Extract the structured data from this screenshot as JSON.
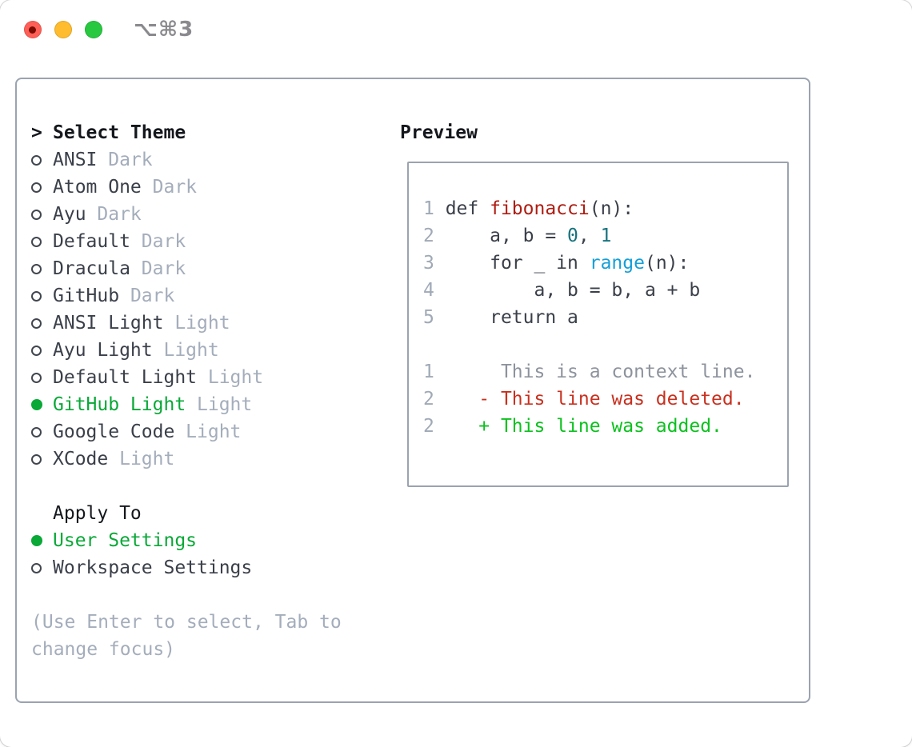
{
  "window": {
    "title": "⌥⌘3",
    "traffic_lights": [
      "close",
      "minimize",
      "zoom"
    ]
  },
  "colors": {
    "text_dark": "#3a3f49",
    "heading_black": "#14171c",
    "muted": "#a4adbb",
    "line_number": "#a0a9b6",
    "context_gray": "#8d939d",
    "ring_gray": "#41464f",
    "selection_green": "#09a837",
    "added_green": "#0cc11f",
    "deleted_red": "#c8311f",
    "function_red": "#ae1d12",
    "number_teal": "#16737e",
    "builtin_blue": "#149fd8",
    "border_gray": "#9aa3b0",
    "title_gray": "#8a8a8e",
    "traffic_red": "#ff5f57",
    "traffic_red_dot": "#7a0c04",
    "traffic_yellow": "#febc2e",
    "traffic_green": "#28c840"
  },
  "theme_picker": {
    "header": {
      "marker": ">",
      "label": "Select Theme"
    },
    "items": [
      {
        "name": "ANSI",
        "tag": "Dark",
        "selected": false
      },
      {
        "name": "Atom One",
        "tag": "Dark",
        "selected": false
      },
      {
        "name": "Ayu",
        "tag": "Dark",
        "selected": false
      },
      {
        "name": "Default",
        "tag": "Dark",
        "selected": false
      },
      {
        "name": "Dracula",
        "tag": "Dark",
        "selected": false
      },
      {
        "name": "GitHub",
        "tag": "Dark",
        "selected": false
      },
      {
        "name": "ANSI Light",
        "tag": "Light",
        "selected": false
      },
      {
        "name": "Ayu Light",
        "tag": "Light",
        "selected": false
      },
      {
        "name": "Default Light",
        "tag": "Light",
        "selected": false
      },
      {
        "name": "GitHub Light",
        "tag": "Light",
        "selected": true
      },
      {
        "name": "Google Code",
        "tag": "Light",
        "selected": false
      },
      {
        "name": "XCode",
        "tag": "Light",
        "selected": false
      }
    ],
    "apply_to": {
      "header": "Apply To",
      "items": [
        {
          "name": "User Settings",
          "selected": true
        },
        {
          "name": "Workspace Settings",
          "selected": false
        }
      ]
    },
    "help_lines": [
      "(Use Enter to select, Tab to",
      "change focus)"
    ]
  },
  "preview": {
    "title": "Preview",
    "code_lines": [
      {
        "num": "1",
        "tokens": [
          {
            "t": "def ",
            "c": "default"
          },
          {
            "t": "fibonacci",
            "c": "function"
          },
          {
            "t": "(n):",
            "c": "default"
          }
        ]
      },
      {
        "num": "2",
        "tokens": [
          {
            "t": "    a, b = ",
            "c": "default"
          },
          {
            "t": "0",
            "c": "number"
          },
          {
            "t": ", ",
            "c": "default"
          },
          {
            "t": "1",
            "c": "number"
          }
        ]
      },
      {
        "num": "3",
        "tokens": [
          {
            "t": "    for _ in ",
            "c": "default"
          },
          {
            "t": "range",
            "c": "builtin"
          },
          {
            "t": "(n):",
            "c": "default"
          }
        ]
      },
      {
        "num": "4",
        "tokens": [
          {
            "t": "        a, b = b, a + b",
            "c": "default"
          }
        ]
      },
      {
        "num": "5",
        "tokens": [
          {
            "t": "    return a",
            "c": "default"
          }
        ]
      },
      {
        "num": "",
        "tokens": []
      },
      {
        "num": "1",
        "tokens": [
          {
            "t": "     This is a context line.",
            "c": "context"
          }
        ]
      },
      {
        "num": "2",
        "tokens": [
          {
            "t": "   - This line was deleted.",
            "c": "deleted"
          }
        ]
      },
      {
        "num": "2",
        "tokens": [
          {
            "t": "   + This line was added.",
            "c": "added"
          }
        ]
      }
    ]
  }
}
